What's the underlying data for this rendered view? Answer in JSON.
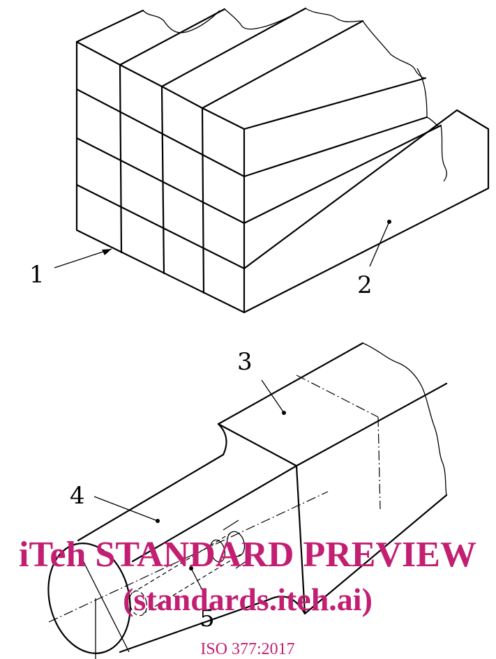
{
  "callouts": {
    "c1": "1",
    "c2": "2",
    "c3": "3",
    "c4": "4",
    "c5": "5"
  },
  "watermark": {
    "line1": "iTeh STANDARD PREVIEW",
    "line2": "(standards.iteh.ai)",
    "line3": "ISO 377:2017"
  },
  "colors": {
    "watermark": "#c21f72",
    "line": "#000000"
  }
}
